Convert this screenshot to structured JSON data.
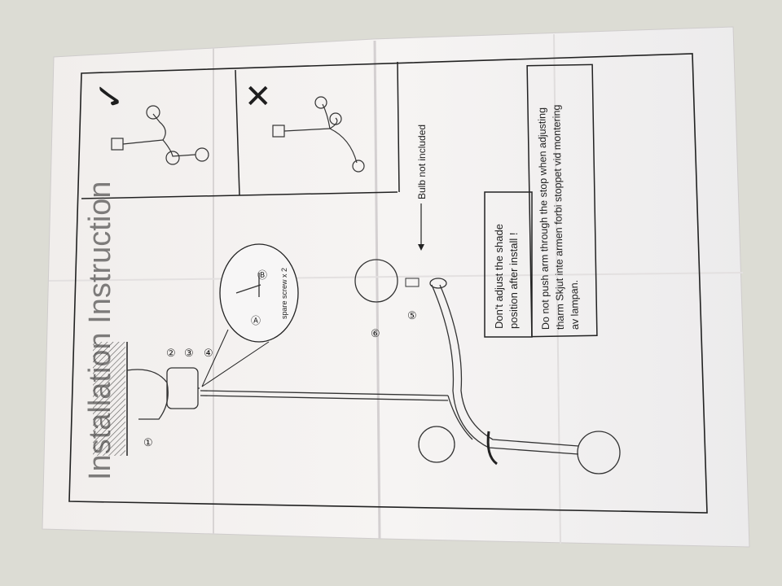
{
  "sheet": {
    "title": "Installation Instruction",
    "bulb_note": "Bulb not included",
    "spare_screw": "spare screw x 2",
    "warning_shade": [
      "Don't adjust the shade",
      "position after install !"
    ],
    "warning_arm": [
      "Do not push arm through the stop when adjusting",
      "tharm Skjut inte armen forbi stoppet vid montering",
      "av lampan."
    ],
    "step_markers": [
      "①",
      "②",
      "③",
      "④",
      "⑤",
      "⑥",
      "Ⓐ",
      "Ⓑ"
    ],
    "correct_symbol": "✓",
    "wrong_symbol": "✕"
  }
}
